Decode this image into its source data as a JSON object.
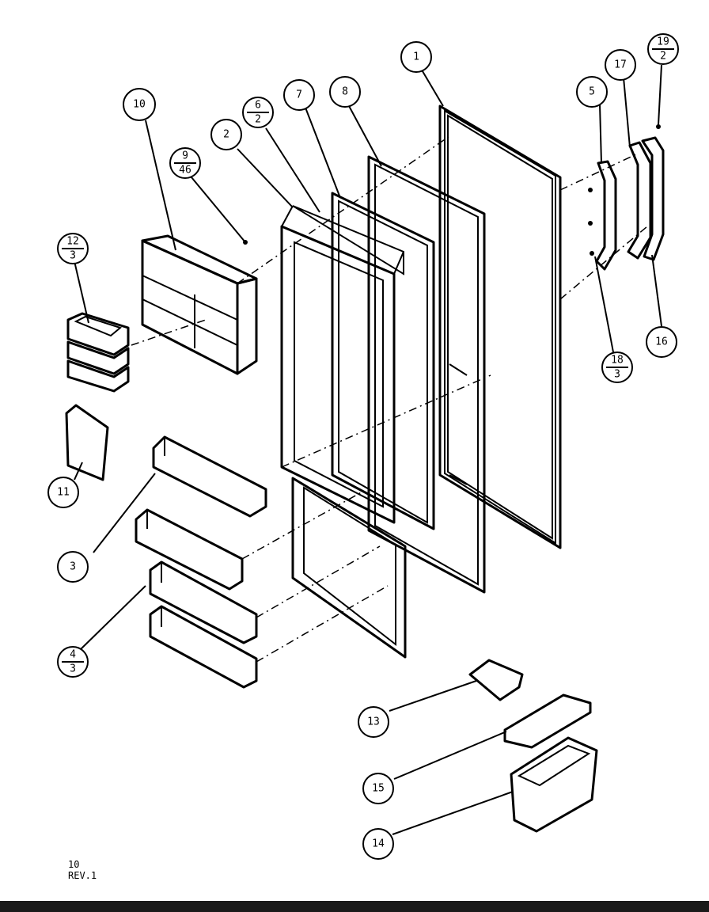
{
  "callouts": [
    {
      "id": "c1",
      "label": "1"
    },
    {
      "id": "c2",
      "label": "2"
    },
    {
      "id": "c3",
      "label": "3"
    },
    {
      "id": "c4",
      "top": "4",
      "bottom": "3"
    },
    {
      "id": "c5",
      "label": "5"
    },
    {
      "id": "c6",
      "top": "6",
      "bottom": "2"
    },
    {
      "id": "c7",
      "label": "7"
    },
    {
      "id": "c8",
      "label": "8"
    },
    {
      "id": "c9",
      "top": "9",
      "bottom": "46"
    },
    {
      "id": "c10",
      "label": "10"
    },
    {
      "id": "c11",
      "label": "11"
    },
    {
      "id": "c12",
      "top": "12",
      "bottom": "3"
    },
    {
      "id": "c13",
      "label": "13"
    },
    {
      "id": "c14",
      "label": "14"
    },
    {
      "id": "c15",
      "label": "15"
    },
    {
      "id": "c16",
      "label": "16"
    },
    {
      "id": "c17",
      "label": "17"
    },
    {
      "id": "c18",
      "top": "18",
      "bottom": "3"
    },
    {
      "id": "c19",
      "top": "19",
      "bottom": "2"
    }
  ],
  "footer": {
    "page_number": "10",
    "revision": "REV.1"
  }
}
